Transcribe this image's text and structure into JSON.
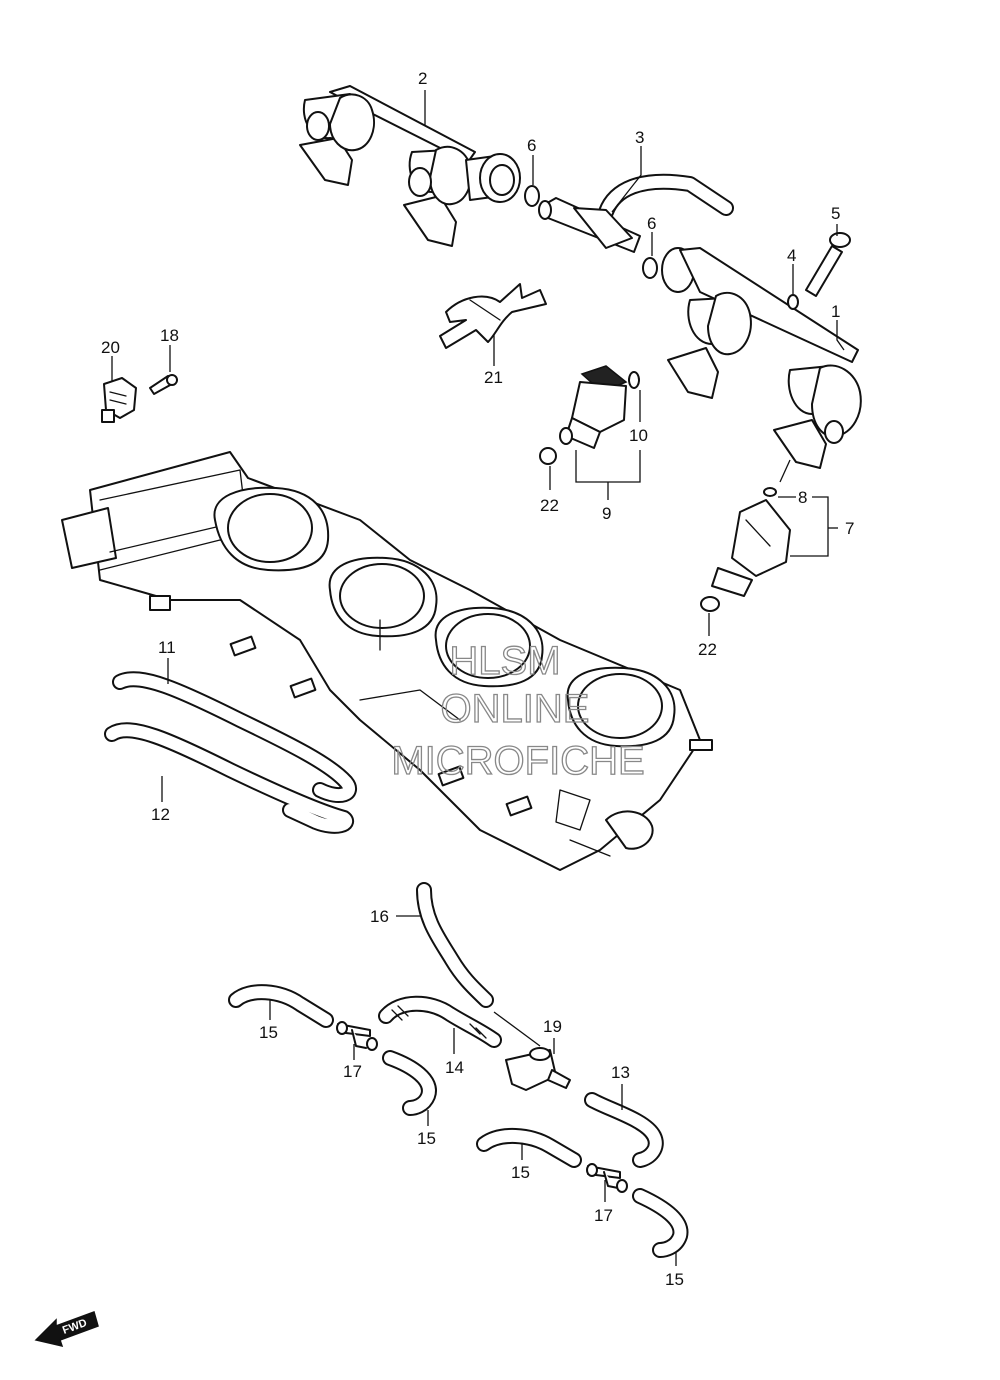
{
  "callouts": {
    "c1": "1",
    "c2": "2",
    "c3": "3",
    "c4": "4",
    "c5": "5",
    "c6a": "6",
    "c6b": "6",
    "c7": "7",
    "c8": "8",
    "c9": "9",
    "c10": "10",
    "c11": "11",
    "c12": "12",
    "c13": "13",
    "c14": "14",
    "c15a": "15",
    "c15b": "15",
    "c15c": "15",
    "c15d": "15",
    "c16": "16",
    "c17a": "17",
    "c17b": "17",
    "c18": "18",
    "c19": "19",
    "c20": "20",
    "c21": "21",
    "c22a": "22",
    "c22b": "22"
  },
  "watermark": {
    "line1": "HLSM",
    "line2": "ONLINE",
    "line3": "MICROFICHE"
  },
  "fwd": {
    "label": "FWD"
  },
  "colors": {
    "ink": "#111111",
    "background": "#ffffff",
    "watermark": "#888888"
  }
}
